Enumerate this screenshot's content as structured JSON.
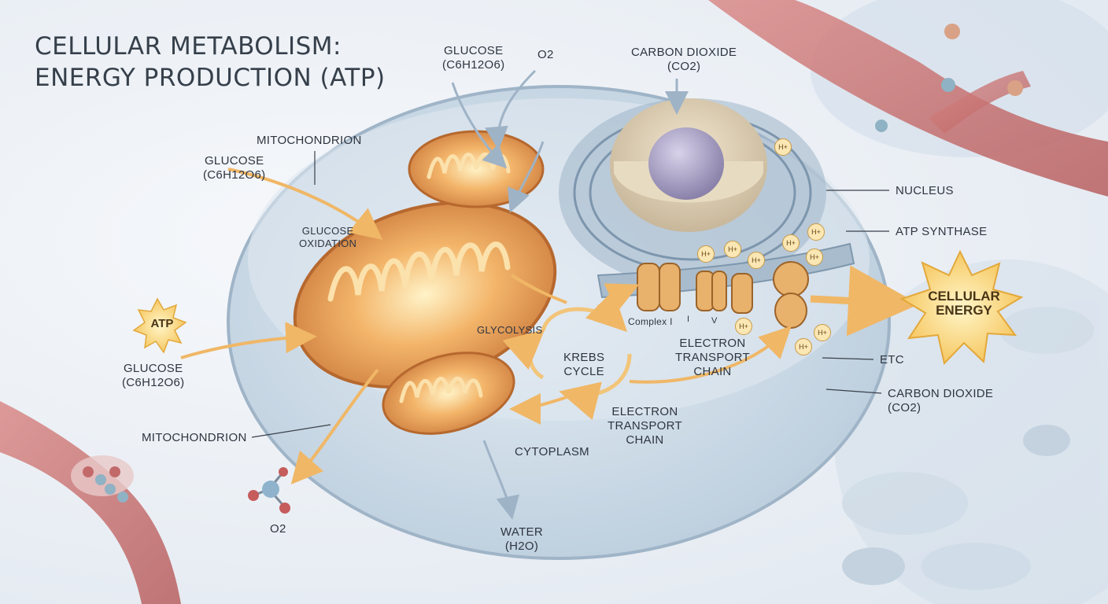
{
  "title": {
    "line1": "CELLULAR METABOLISM:",
    "line2": "ENERGY PRODUCTION (ATP)"
  },
  "labels": {
    "glucose_top": {
      "name": "GLUCOSE",
      "formula": "(C6H12O6)"
    },
    "o2_top": "O2",
    "co2_top": {
      "name": "CARBON DIOXIDE",
      "formula": "(CO2)"
    },
    "mitochondrion_top": "MITOCHONDRION",
    "glucose_left": {
      "name": "GLUCOSE",
      "formula": "(C6H12O6)"
    },
    "glucose_oxidation": {
      "line1": "GLUCOSE",
      "line2": "OXIDATION"
    },
    "atp_burst": "ATP",
    "glucose_lower": {
      "name": "GLUCOSE",
      "formula": "(C6H12O6)"
    },
    "glycolysis": "GLYCOLYSIS",
    "krebs_cycle": {
      "line1": "KREBS",
      "line2": "CYCLE"
    },
    "complex_i": "Complex I",
    "complex_roman_1": "I",
    "complex_roman_5": "V",
    "etc_inner": {
      "line1": "ELECTRON",
      "line2": "TRANSPORT",
      "line3": "CHAIN"
    },
    "etc_lower": {
      "line1": "ELECTRON",
      "line2": "TRANSPORT",
      "line3": "CHAIN"
    },
    "mitochondrion_bottom": "MITOCHONDRION",
    "cytoplasm": "CYTOPLASM",
    "o2_bottom": "O2",
    "water": {
      "name": "WATER",
      "formula": "(H2O)"
    },
    "nucleus": "NUCLEUS",
    "atp_synthase": "ATP SYNTHASE",
    "cellular_energy": {
      "line1": "CELLULAR",
      "line2": "ENERGY"
    },
    "etc_right": "ETC",
    "co2_right": {
      "name": "CARBON DIOXIDE",
      "formula": "(CO2)"
    },
    "h_ion": "H+"
  },
  "colors": {
    "mitochondria": "#e8a15c",
    "cell": "#c9d8e4",
    "vessel": "#c86a6a",
    "arrow": "#f2c57a",
    "text": "#2e3540"
  }
}
